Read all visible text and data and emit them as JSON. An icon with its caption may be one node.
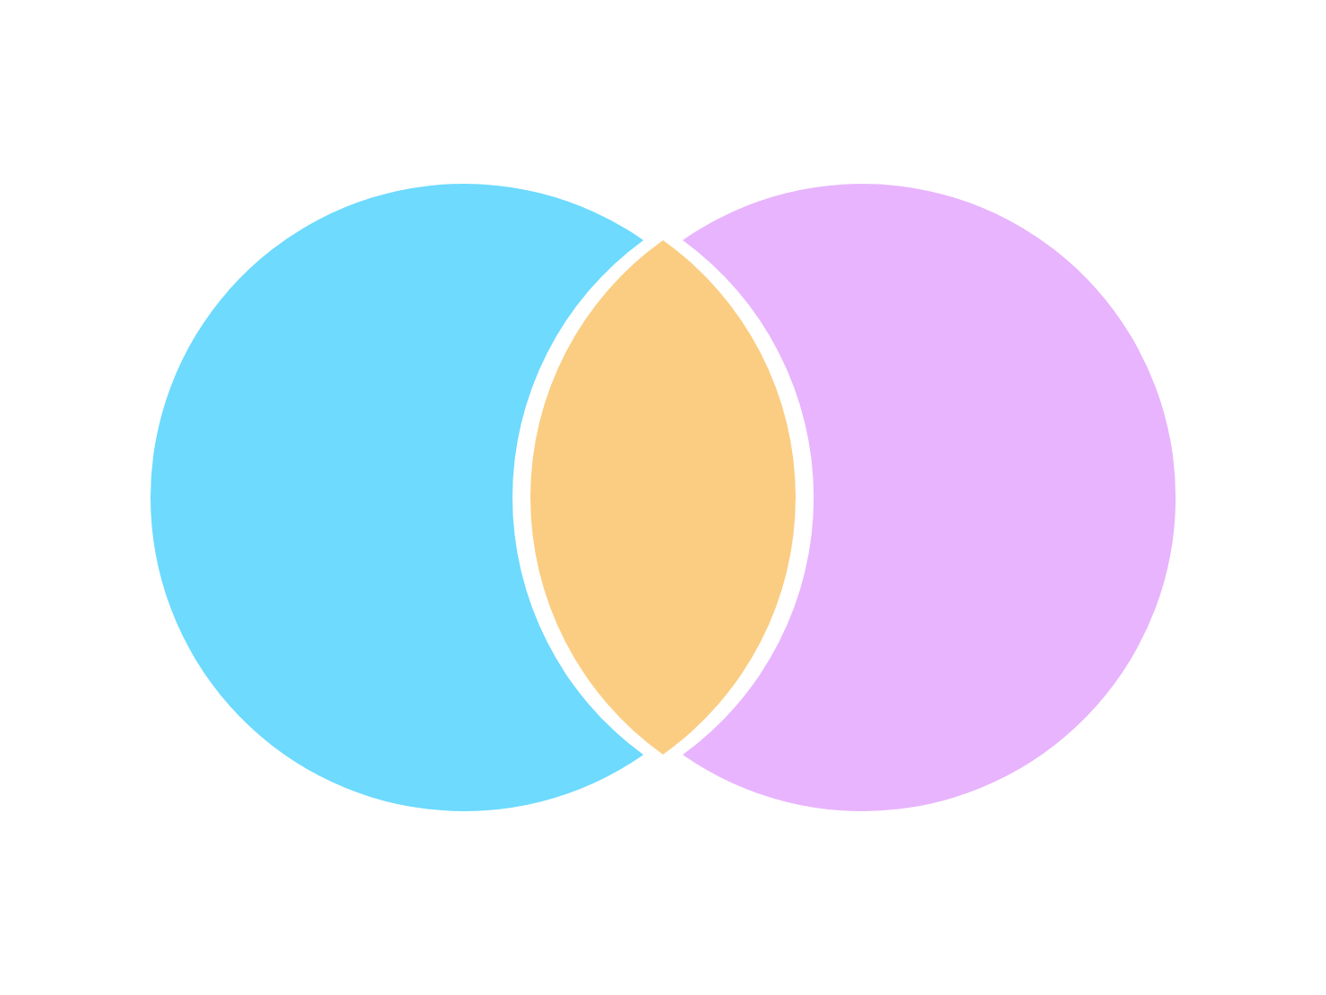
{
  "diagram": {
    "nodes": [
      {
        "text": [],
        "shape": "circle"
      },
      {
        "text": [],
        "shape": "circle"
      },
      {
        "text": [],
        "shape": "lens"
      }
    ]
  }
}
